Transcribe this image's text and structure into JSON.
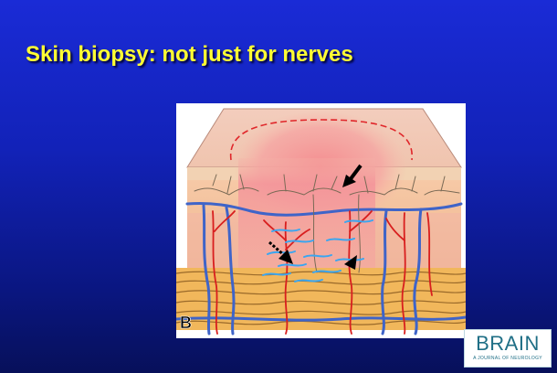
{
  "slide": {
    "title": "Skin biopsy: not just for nerves"
  },
  "figure": {
    "panel_label": "B"
  },
  "logo": {
    "title": "BRAIN",
    "subtitle": "A JOURNAL OF NEUROLOGY"
  },
  "colors": {
    "background": "#1a2bd6",
    "title": "#ffff33",
    "nerve_fiber": "#7a6a55",
    "vessel_blue": "#3f64c8",
    "vessel_red": "#d81e1e",
    "sweat_gland": "#3aa6f0",
    "brain_teal": "#1f6f86"
  },
  "icons": [
    "solid-arrow-icon",
    "dashed-arrow-icon",
    "arrowhead-icon"
  ]
}
